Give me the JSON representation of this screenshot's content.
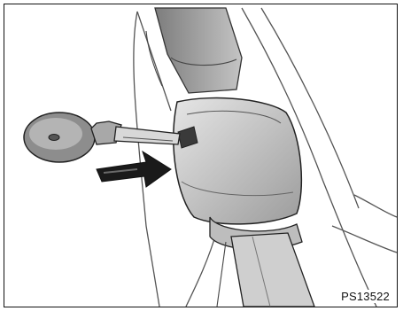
{
  "figure": {
    "code": "PS13522",
    "depicts": [
      "seat-belt-buckle",
      "key",
      "insert-arrow"
    ]
  }
}
